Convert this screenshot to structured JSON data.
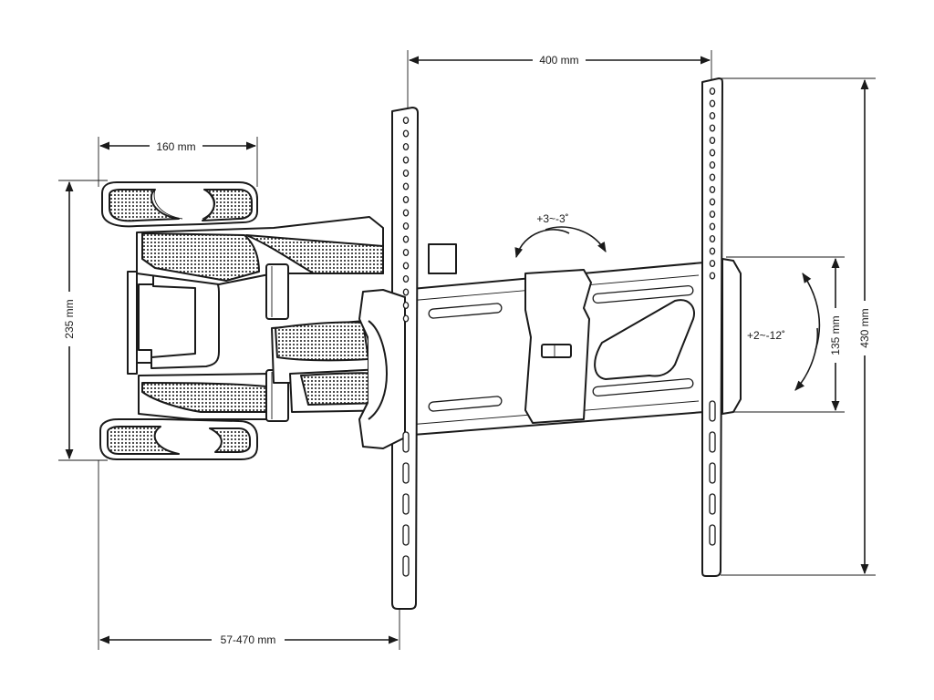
{
  "diagram": {
    "dimensions": {
      "top_width": "400 mm",
      "arm_width": "160 mm",
      "wall_height": "235 mm",
      "extension": "57-470 mm",
      "hole_spacing": "135 mm",
      "bracket_height": "430 mm"
    },
    "angles": {
      "swivel": "+3~-3˚",
      "tilt": "+2~-12˚"
    }
  }
}
